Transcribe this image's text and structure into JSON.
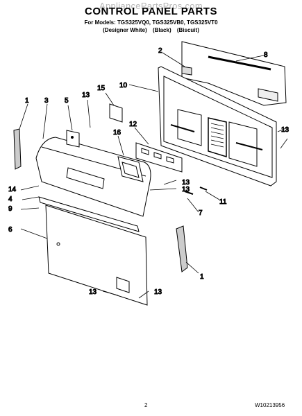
{
  "header": {
    "watermark": "AppliancePartsPros.com",
    "title": "CONTROL PANEL PARTS",
    "models_line": "For Models: TGS325VQ0, TGS325VB0, TGS325VT0",
    "colors": [
      "(Designer White)",
      "(Black)",
      "(Biscuit)"
    ]
  },
  "callouts": {
    "c1a": "1",
    "c1b": "1",
    "c2": "2",
    "c3": "3",
    "c4": "4",
    "c5": "5",
    "c6": "6",
    "c7": "7",
    "c8": "8",
    "c9": "9",
    "c10": "10",
    "c11": "11",
    "c12": "12",
    "c13a": "13",
    "c13b": "13",
    "c13c": "13",
    "c13d": "13",
    "c13e": "13",
    "c13f": "13",
    "c14": "14",
    "c15": "15",
    "c16": "16"
  },
  "footer": {
    "page": "2",
    "doc_code": "W10213956"
  }
}
